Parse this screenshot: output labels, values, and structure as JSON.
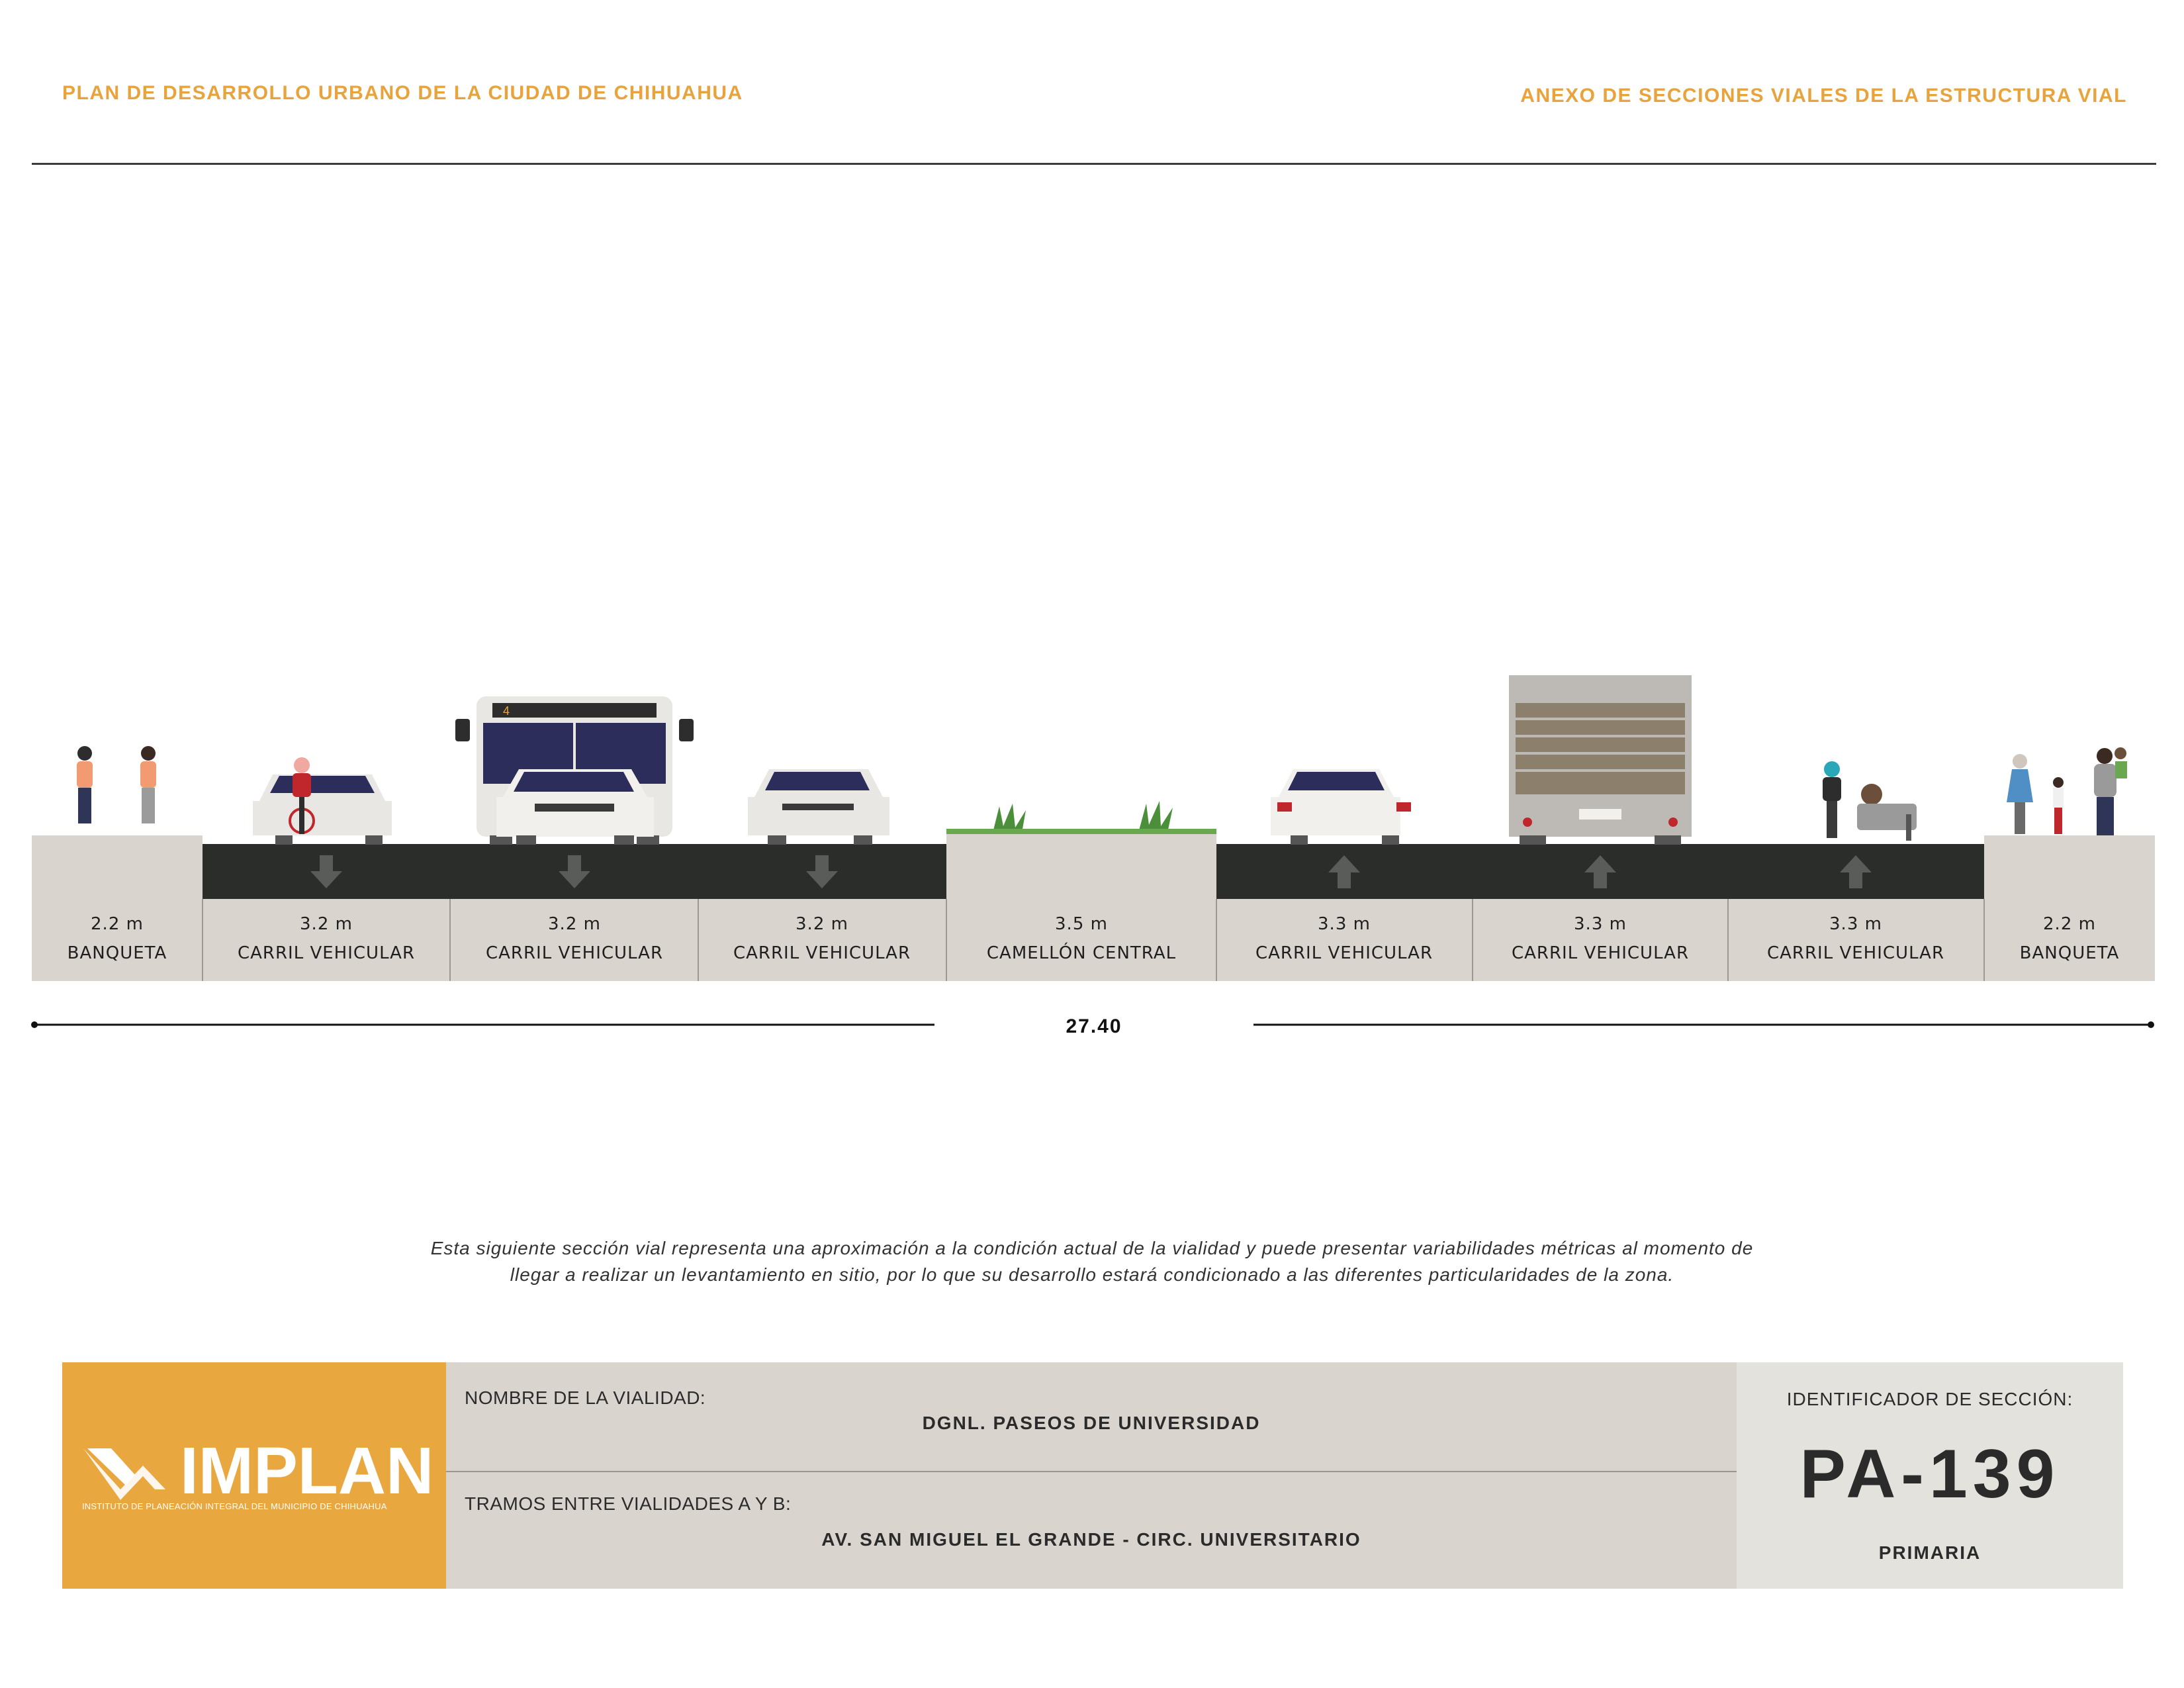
{
  "header": {
    "left_title": "PLAN DE DESARROLLO URBANO DE LA CIUDAD DE CHIHUAHUA",
    "right_title": "ANEXO DE SECCIONES VIALES DE LA ESTRUCTURA VIAL"
  },
  "section": {
    "segments": [
      {
        "width": "2.2 m",
        "label": "BANQUETA",
        "type": "sidewalk"
      },
      {
        "width": "3.2 m",
        "label": "CARRIL VEHICULAR",
        "type": "lane",
        "direction": "down"
      },
      {
        "width": "3.2 m",
        "label": "CARRIL VEHICULAR",
        "type": "lane",
        "direction": "down"
      },
      {
        "width": "3.2 m",
        "label": "CARRIL VEHICULAR",
        "type": "lane",
        "direction": "down"
      },
      {
        "width": "3.5 m",
        "label": "CAMELLÓN CENTRAL",
        "type": "median"
      },
      {
        "width": "3.3 m",
        "label": "CARRIL VEHICULAR",
        "type": "lane",
        "direction": "up"
      },
      {
        "width": "3.3 m",
        "label": "CARRIL VEHICULAR",
        "type": "lane",
        "direction": "up"
      },
      {
        "width": "3.3 m",
        "label": "CARRIL VEHICULAR",
        "type": "lane",
        "direction": "up"
      },
      {
        "width": "2.2 m",
        "label": "BANQUETA",
        "type": "sidewalk"
      }
    ],
    "total_width": "27.40",
    "bus_route_number": "4"
  },
  "note": "Esta siguiente sección vial representa una aproximación a la condición actual de la vialidad y puede presentar variabilidades métricas al momento de llegar a realizar un levantamiento en sitio, por lo que su desarrollo estará condicionado a las diferentes particularidades de la zona.",
  "footer": {
    "logo_text": "IMPLAN",
    "logo_subtitle": "INSTITUTO DE PLANEACIÓN INTEGRAL DEL MUNICIPIO DE CHIHUAHUA",
    "road_name_label": "NOMBRE DE LA VIALIDAD:",
    "road_name": "DGNL. PASEOS DE UNIVERSIDAD",
    "segment_label": "TRAMOS ENTRE VIALIDADES A Y B:",
    "segment_value": "AV. SAN MIGUEL EL GRANDE - CIRC. UNIVERSITARIO",
    "section_id_label": "IDENTIFICADOR DE SECCIÓN:",
    "section_id": "PA-139",
    "classification": "PRIMARIA"
  },
  "colors": {
    "accent": "#e9a740",
    "asphalt": "#2b2d2b",
    "sidewalk": "#d9d4ce",
    "info_panel": "#d9d4ce",
    "id_panel": "#e4e2dd"
  }
}
